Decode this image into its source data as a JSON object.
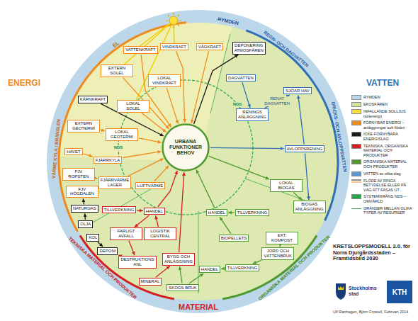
{
  "diagram": {
    "title": "KRETSLOPPSMODELL 2.0. för Norra Djurgårdsstaden – Framtidsbild 2030",
    "caption": "Ulf Ranhagen, Björn Frostell, Februari 2014",
    "nodes": [
      {
        "text": [
          "URBANA FUNKTIONER BEHOV"
        ]
      },
      {
        "text": [
          "VATTENKRAFT"
        ]
      },
      {
        "text": [
          "VINDKRAFT"
        ]
      },
      {
        "text": [
          "VÅGKRAFT"
        ]
      },
      {
        "text": [
          "DEPONERING ATMOSFÄREN"
        ]
      },
      {
        "text": [
          "EXTERN SOLEL"
        ]
      },
      {
        "text": [
          "LOKAL VINDKRAFT"
        ]
      },
      {
        "text": [
          "DAGVATTEN"
        ]
      },
      {
        "text": [
          "SJÖAR HAV"
        ]
      },
      {
        "text": [
          "KÄRNKRAFT"
        ]
      },
      {
        "text": [
          "LOKAL SOLEL"
        ]
      },
      {
        "text": [
          "RENINGS ANLÄGGNING"
        ]
      },
      {
        "text": [
          "EXTERN GEOTERMI"
        ]
      },
      {
        "text": [
          "LOKAL GEOTERMI"
        ]
      },
      {
        "text": [
          "AVLOPPSRENING"
        ]
      },
      {
        "text": [
          "HAVET"
        ]
      },
      {
        "text": [
          "FJÄRRKYLA"
        ]
      },
      {
        "text": [
          "FJV ROPSTEN"
        ]
      },
      {
        "text": [
          "FJÄRRVÄRME LAGER"
        ]
      },
      {
        "text": [
          "LUFTVÄRME"
        ]
      },
      {
        "text": [
          "LOKAL BIOGAS"
        ]
      },
      {
        "text": [
          "FJV HÖGDALEN"
        ]
      },
      {
        "text": [
          "NATURGAS"
        ]
      },
      {
        "text": [
          "TILLVERKNING"
        ]
      },
      {
        "text": [
          "HANDEL"
        ]
      },
      {
        "text": [
          "HANDEL"
        ]
      },
      {
        "text": [
          "TILLVERKNING"
        ]
      },
      {
        "text": [
          "BIOGAS ANLÄGGNING"
        ]
      },
      {
        "text": [
          "OLJA"
        ]
      },
      {
        "text": [
          "FARLIGT AVFALL"
        ]
      },
      {
        "text": [
          "LOGISTIK CENTRAL"
        ]
      },
      {
        "text": [
          "BIOPELLETS"
        ]
      },
      {
        "text": [
          "EXT. KOMPOST"
        ]
      },
      {
        "text": [
          "KOL"
        ]
      },
      {
        "text": [
          "DEPONI"
        ]
      },
      {
        "text": [
          "DESTRUKTIONS ANL"
        ]
      },
      {
        "text": [
          "BYGG OCH ANLÄGGNING"
        ]
      },
      {
        "text": [
          "HANDEL"
        ]
      },
      {
        "text": [
          "TILLVERKNING"
        ]
      },
      {
        "text": [
          "JORD OCH VATTENBRUK"
        ]
      },
      {
        "text": [
          "MINERAL"
        ]
      },
      {
        "text": [
          "SKOGS BRUK"
        ]
      }
    ],
    "edges": [
      {
        "from": 1,
        "to": 0,
        "arrow": "to"
      },
      {
        "from": 2,
        "to": 0,
        "arrow": "to"
      },
      {
        "from": 3,
        "to": 0,
        "arrow": "to"
      },
      {
        "from": 5,
        "to": 0,
        "arrow": "to"
      },
      {
        "from": 6,
        "to": 0,
        "arrow": "to"
      },
      {
        "from": 10,
        "to": 0,
        "arrow": "to"
      },
      {
        "from": 13,
        "to": 0,
        "arrow": "to"
      },
      {
        "from": 12,
        "to": 13,
        "arrow": "to"
      },
      {
        "from": 15,
        "to": 16,
        "arrow": "to"
      },
      {
        "from": 16,
        "to": 0,
        "arrow": "to"
      },
      {
        "from": 17,
        "to": 18,
        "arrow": "to"
      },
      {
        "from": 21,
        "to": 18,
        "arrow": "to"
      },
      {
        "from": 18,
        "to": 0,
        "arrow": "to"
      },
      {
        "from": 19,
        "to": 0,
        "arrow": "to"
      },
      {
        "from": 9,
        "to": 0,
        "arrow": "to"
      },
      {
        "from": 22,
        "to": 21,
        "arrow": "to"
      },
      {
        "from": 28,
        "to": 22,
        "arrow": "to"
      },
      {
        "from": 0,
        "to": 4,
        "arrow": "to"
      },
      {
        "from": 7,
        "to": 11,
        "arrow": "to"
      },
      {
        "from": 11,
        "to": 8,
        "label": "RENAT DAGVATTEN",
        "arrow": "to"
      },
      {
        "from": 0,
        "to": 14,
        "arrow": "to"
      },
      {
        "from": 14,
        "to": 8,
        "arrow": "to"
      },
      {
        "from": 0,
        "to": 20,
        "arrow": "to"
      },
      {
        "from": 20,
        "to": 27,
        "arrow": "to"
      },
      {
        "from": 14,
        "to": 27,
        "arrow": "to"
      },
      {
        "from": 25,
        "to": 0,
        "arrow": "to"
      },
      {
        "from": 26,
        "to": 25,
        "arrow": "to"
      },
      {
        "from": 31,
        "to": 25,
        "arrow": "to"
      },
      {
        "from": 32,
        "to": 39,
        "arrow": "to"
      },
      {
        "from": 39,
        "to": 38,
        "arrow": "to"
      },
      {
        "from": 38,
        "to": 37,
        "arrow": "to"
      },
      {
        "from": 41,
        "to": 37,
        "arrow": "to"
      },
      {
        "from": 41,
        "to": 36,
        "arrow": "to"
      },
      {
        "from": 23,
        "to": 24,
        "arrow": "to"
      },
      {
        "from": 24,
        "to": 0,
        "arrow": "to"
      },
      {
        "from": 30,
        "to": 24,
        "arrow": "to"
      },
      {
        "from": 40,
        "to": 36,
        "arrow": "to"
      },
      {
        "from": 36,
        "to": 0,
        "arrow": "to"
      },
      {
        "from": 24,
        "to": 29,
        "arrow": "to"
      },
      {
        "from": 29,
        "to": 35,
        "arrow": "to"
      },
      {
        "from": 35,
        "to": 34,
        "arrow": "to"
      },
      {
        "from": 33,
        "to": 34,
        "arrow": "to"
      }
    ],
    "labels": [
      "RYMDEN",
      "EL",
      "REGN- OCH DAGVATTEN",
      "ENERGI",
      "VATTEN",
      "DRICKS- OCH AVLOPPSVATTEN",
      "VÄRME KYLA / BRÄNSLEN",
      "TEKNISKA MATERIAL OCH PRODUKTER",
      "ORGANISKA MATERIAL OCH PRODUKTER",
      "MATERIAL",
      "NDS",
      "NDS",
      "Stockholms stad",
      "KTH"
    ],
    "legend": [
      {
        "text": "RYMDEN",
        "color": "#bcd6ea"
      },
      {
        "text": "EKOSFÄREN",
        "color": "#cfe39a"
      },
      {
        "text": "INFALLANDE SOLLJUS (solenergi)",
        "color": "#f7e03a"
      },
      {
        "text": "FÖRNYBAR ENERGI – anläggningar och flöden",
        "color": "#f08a1c"
      },
      {
        "text": "ICKE-FÖRNYBARA ENERGISLAG",
        "color": "#1a1a1a"
      },
      {
        "text": "TEKNISKA, ORGANISKA MATERIAL OCH PRODUKTER",
        "color": "#d42020"
      },
      {
        "text": "ORGANISKA MATERIAL OCH PRODUKTER",
        "color": "#4e9a2e"
      },
      {
        "text": "VATTEN av olika slag",
        "color": "#5b9bd5"
      },
      {
        "text": "FLÖDE AV RINGA BETYDELSE ELLER PÅ VÄG ATT FASAS UT"
      },
      {
        "text": "SYSTEMGRÄNS NDS – OMVÄRLD",
        "color": "#22a84a"
      },
      {
        "text": "GRÄNSER MELLAN OLIKA TYPER AV RESURSER"
      }
    ]
  }
}
